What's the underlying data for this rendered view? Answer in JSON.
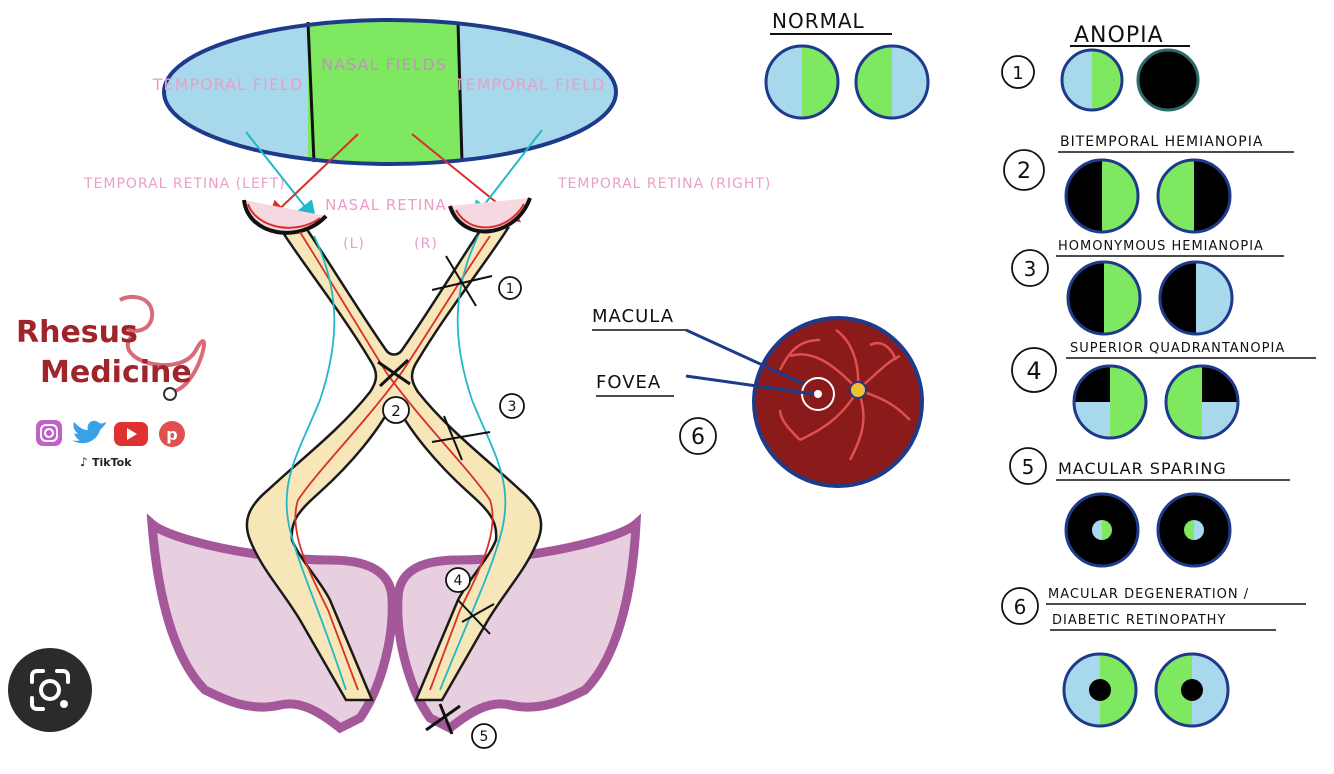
{
  "visual_field": {
    "left_label": "TEMPORAL FIELD",
    "center_label": "NASAL FIELDS",
    "right_label": "TEMPORAL FIELD"
  },
  "retina": {
    "temporal_left": "TEMPORAL RETINA (LEFT)",
    "nasal": "NASAL RETINA",
    "nasal_l": "(L)",
    "nasal_r": "(R)",
    "temporal_right": "TEMPORAL RETINA (RIGHT)"
  },
  "lesion_markers": [
    "1",
    "2",
    "3",
    "4",
    "5"
  ],
  "fundus": {
    "macula_label": "MACULA",
    "fovea_label": "FOVEA",
    "number": "6"
  },
  "brand": {
    "line1": "Rhesus",
    "line2": "Medicine",
    "tiktok": "TikTok",
    "social_icons": [
      "instagram-icon",
      "twitter-icon",
      "youtube-icon",
      "pinterest-icon",
      "tiktok-icon"
    ]
  },
  "normal": {
    "title": "NORMAL"
  },
  "defects": {
    "title": "ANOPIA",
    "items": [
      {
        "num": "1",
        "label": ""
      },
      {
        "num": "2",
        "label": "BITEMPORAL HEMIANOPIA"
      },
      {
        "num": "3",
        "label": "HOMONYMOUS HEMIANOPIA"
      },
      {
        "num": "4",
        "label": "SUPERIOR QUADRANTANOPIA"
      },
      {
        "num": "5",
        "label": "MACULAR SPARING"
      },
      {
        "num": "6",
        "label": "MACULAR DEGENERATION /"
      }
    ],
    "item6_line2": "DIABETIC RETINOPATHY"
  },
  "colors": {
    "field_blue": "#a8d8ec",
    "field_green": "#7de860",
    "outline_blue": "#1e3a8a",
    "nerve_fill": "#f6e6b8",
    "cortex_pink": "#e8cfe0",
    "cortex_purple": "#a4589a",
    "fundus_red": "#8b1a1a",
    "label_pink": "#e8a0c8",
    "brand_red": "#a0252a"
  },
  "lens_button": {
    "icon": "camera-search-icon"
  }
}
